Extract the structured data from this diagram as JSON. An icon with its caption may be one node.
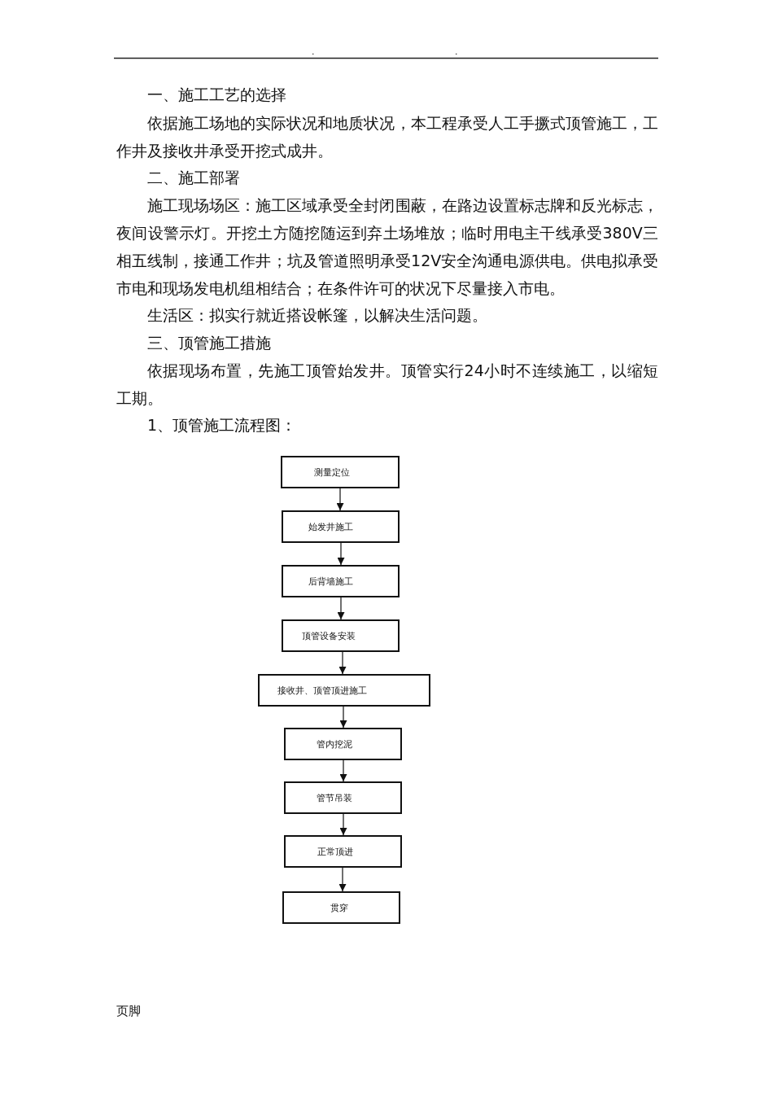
{
  "diagram": {
    "nodes": [
      {
        "text": [
          "测量定位"
        ]
      },
      {
        "text": [
          "始发井施工"
        ]
      },
      {
        "text": [
          "后背墙施工"
        ]
      },
      {
        "text": [
          "顶管设备安装"
        ]
      },
      {
        "text": [
          "接收井、顶管顶进施工"
        ]
      },
      {
        "text": [
          "管内挖泥"
        ]
      },
      {
        "text": [
          "管节吊装"
        ]
      },
      {
        "text": [
          "正常顶进"
        ]
      },
      {
        "text": [
          "贯穿"
        ]
      }
    ],
    "edges": [
      {
        "from": 0,
        "to": 1,
        "arrow": "to"
      },
      {
        "from": 1,
        "to": 2,
        "arrow": "to"
      },
      {
        "from": 2,
        "to": 3,
        "arrow": "to"
      },
      {
        "from": 3,
        "to": 4,
        "arrow": "to"
      },
      {
        "from": 4,
        "to": 5,
        "arrow": "to"
      },
      {
        "from": 5,
        "to": 6,
        "arrow": "to"
      },
      {
        "from": 6,
        "to": 7,
        "arrow": "to"
      },
      {
        "from": 7,
        "to": 8,
        "arrow": "to"
      }
    ],
    "labels": [
      ".",
      ".",
      "一、施工工艺的选择",
      "依据施工场地的实际状况和地质状况，本工程承受人工手撅式顶管施工，工作井及接收井承受开挖式成井。",
      "二、施工部署",
      "施工现场场区：施工区域承受全封闭围蔽，在路边设置标志牌和反光标志，夜间设警示灯。开挖土方随挖随运到弃土场堆放；临时用电主干线承受380V三相五线制，接通工作井；坑及管道照明承受12V安全沟通电源供电。供电拟承受市电和现场发电机组相结合；在条件许可的状况下尽量接入市电。",
      "生活区：拟实行就近搭设帐篷，以解决生活问题。",
      "三、顶管施工措施",
      "依据现场布置，先施工顶管始发井。顶管实行24小时不连续施工，以缩短工期。",
      "1、顶管施工流程图：",
      "页脚"
    ]
  }
}
